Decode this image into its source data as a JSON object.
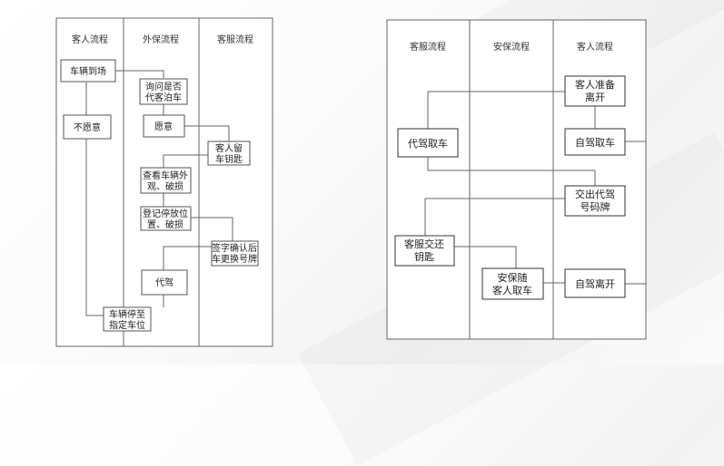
{
  "left": {
    "lanes": [
      "客人流程",
      "外保流程",
      "客服流程"
    ],
    "boxes": [
      {
        "id": "L1",
        "lines": [
          "车辆到场"
        ]
      },
      {
        "id": "L2",
        "lines": [
          "询问是否",
          "代客泊车"
        ]
      },
      {
        "id": "L3",
        "lines": [
          "不愿意"
        ]
      },
      {
        "id": "L4",
        "lines": [
          "愿意"
        ]
      },
      {
        "id": "L5",
        "lines": [
          "客人留",
          "车钥匙"
        ]
      },
      {
        "id": "L6",
        "lines": [
          "查看车辆外",
          "观、破损"
        ]
      },
      {
        "id": "L7",
        "lines": [
          "登记停放位",
          "置、破损"
        ]
      },
      {
        "id": "L8",
        "lines": [
          "签字确认后",
          "车更换号牌"
        ]
      },
      {
        "id": "L9",
        "lines": [
          "代驾"
        ]
      },
      {
        "id": "L10",
        "lines": [
          "车辆停至",
          "指定车位"
        ]
      }
    ]
  },
  "right": {
    "lanes": [
      "客服流程",
      "安保流程",
      "客人流程"
    ],
    "boxes": [
      {
        "id": "R1",
        "lines": [
          "客人准备",
          "离开"
        ]
      },
      {
        "id": "R2",
        "lines": [
          "代驾取车"
        ]
      },
      {
        "id": "R3",
        "lines": [
          "自驾取车"
        ]
      },
      {
        "id": "R4",
        "lines": [
          "交出代驾",
          "号码牌"
        ]
      },
      {
        "id": "R5",
        "lines": [
          "客服交还",
          "钥匙"
        ]
      },
      {
        "id": "R6",
        "lines": [
          "安保随",
          "客人取车"
        ]
      },
      {
        "id": "R7",
        "lines": [
          "自驾离开"
        ]
      }
    ]
  }
}
